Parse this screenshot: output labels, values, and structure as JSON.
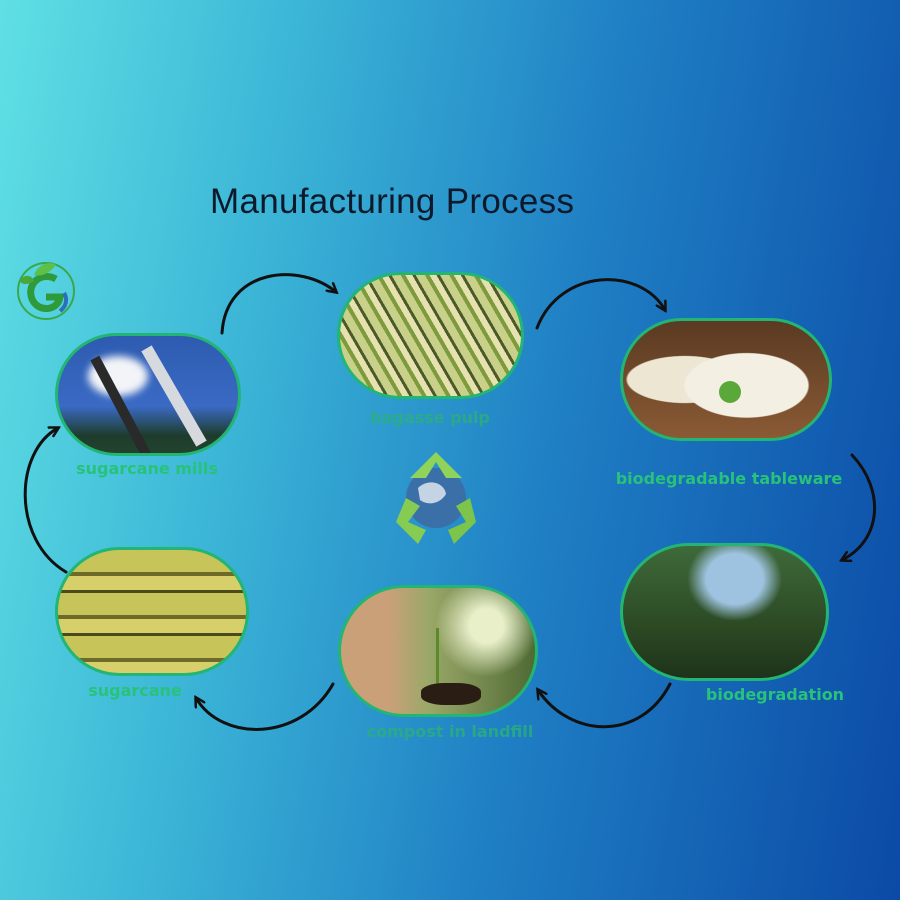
{
  "title": "Manufacturing Process",
  "steps": [
    {
      "label": "sugarcane mills"
    },
    {
      "label": "bagasse pulp"
    },
    {
      "label": "biodegradable tableware"
    },
    {
      "label": "biodegradation"
    },
    {
      "label": "compost in landfill"
    },
    {
      "label": "sugarcane"
    }
  ],
  "colors": {
    "label": "#28c27a",
    "border": "#22b573",
    "arrow": "#111111",
    "title": "#0d1a2c"
  }
}
